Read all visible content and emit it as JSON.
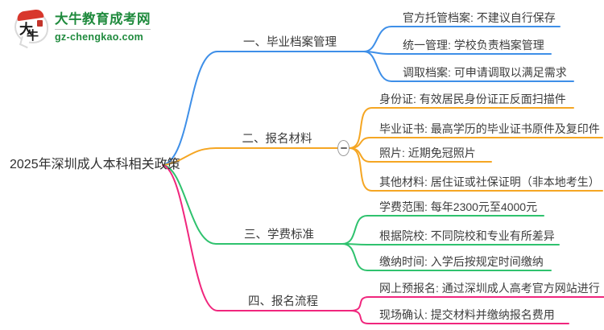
{
  "logo": {
    "bubble_text": "大牛",
    "site_name": "大牛教育成考网",
    "site_url": "gz-chengkao.com"
  },
  "colors": {
    "branch1": "#3E8FE8",
    "branch2": "#F5A623",
    "branch3": "#2FC26E",
    "branch4": "#F0267D",
    "logo_green": "#1F8A3D",
    "text": "#3D3D3D"
  },
  "mindmap": {
    "root": "2025年深圳成人本科相关政策",
    "branches": [
      {
        "label": "一、毕业档案管理",
        "children": [
          "官方托管档案: 不建议自行保存",
          "统一管理: 学校负责档案管理",
          "调取档案: 可申请调取以满足需求"
        ]
      },
      {
        "label": "二、报名材料",
        "collapse_icon": "minus",
        "children": [
          "身份证: 有效居民身份证正反面扫描件",
          "毕业证书: 最高学历的毕业证书原件及复印件",
          "照片: 近期免冠照片",
          "其他材料: 居住证或社保证明（非本地考生）"
        ]
      },
      {
        "label": "三、学费标准",
        "children": [
          "学费范围: 每年2300元至4000元",
          "根据院校: 不同院校和专业有所差异",
          "缴纳时间: 入学后按规定时间缴纳"
        ]
      },
      {
        "label": "四、报名流程",
        "children": [
          "网上预报名: 通过深圳成人高考官方网站进行",
          "现场确认: 提交材料并缴纳报名费用"
        ]
      }
    ]
  }
}
